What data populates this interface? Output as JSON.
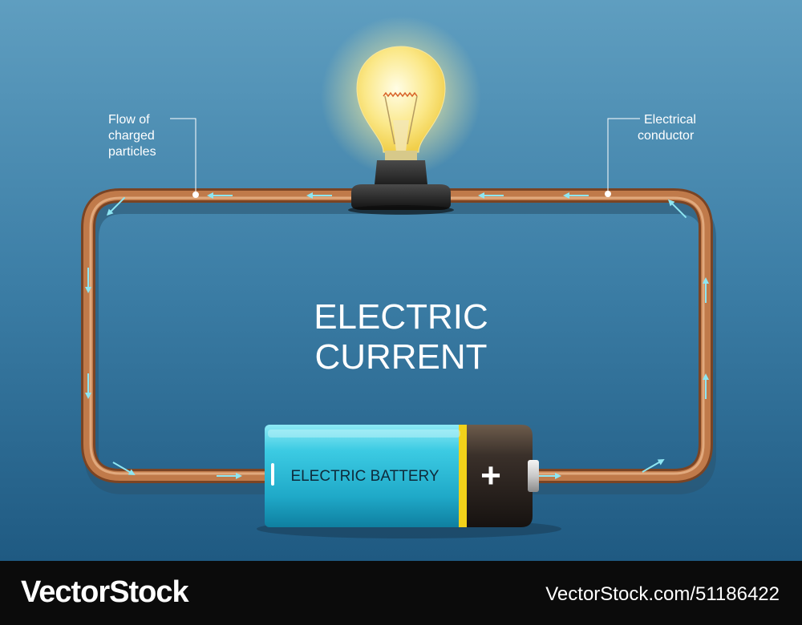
{
  "diagram": {
    "title_line1": "ELECTRIC",
    "title_line2": "CURRENT",
    "battery_label": "ELECTRIC BATTERY",
    "battery_plus": "+",
    "callout_left": [
      "Flow of",
      "charged",
      "particles"
    ],
    "callout_right": [
      "Electrical",
      "conductor"
    ],
    "colors": {
      "background_top": "#5f9ec0",
      "background_bottom": "#1f5a82",
      "wire": "#b87043",
      "arrow": "#8ee6f2",
      "battery_body": "#35c4de",
      "battery_cap": "#2a2420",
      "battery_band": "#f2d21a"
    },
    "icons": [
      "light-bulb-icon",
      "battery-icon",
      "flow-arrow-icon"
    ]
  },
  "footer": {
    "brand": "VectorStock",
    "image_id": "VectorStock.com/51186422"
  }
}
